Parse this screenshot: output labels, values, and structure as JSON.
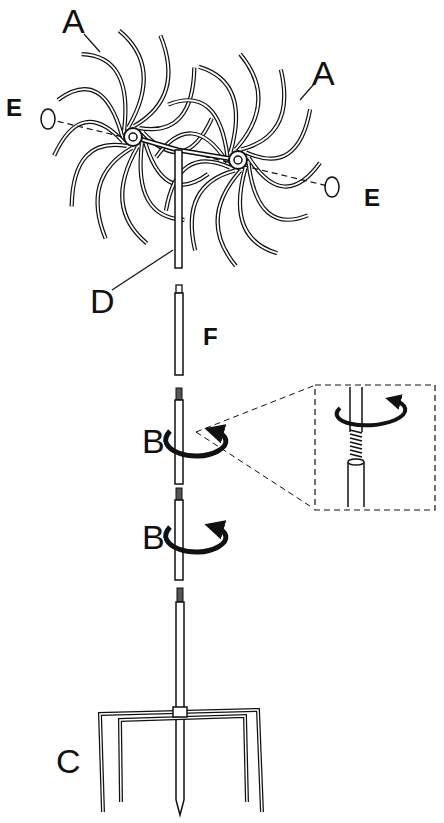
{
  "diagram": {
    "labels": [
      "A",
      "A",
      "E",
      "E",
      "D",
      "F",
      "B",
      "B",
      "C"
    ]
  }
}
